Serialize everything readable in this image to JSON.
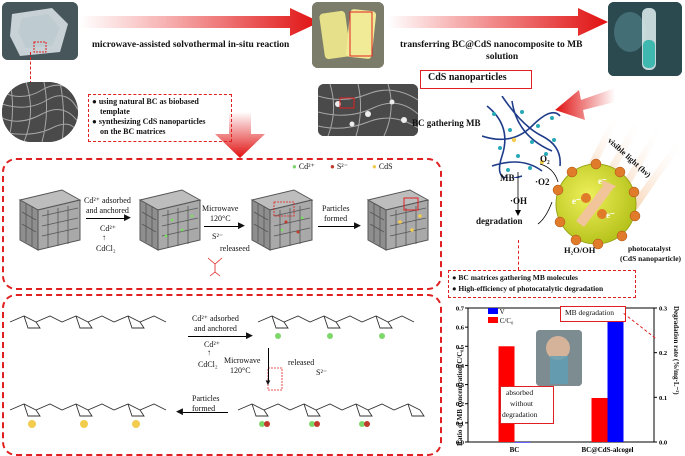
{
  "process": {
    "step1": "microwave-assisted  solvothermal  in-situ  reaction",
    "step2_line1": "transferring  BC@CdS nanocomposite  to  MB",
    "step2_line2": "solution",
    "cds_label": "CdS nanoparticles",
    "bc_gathering": "BC gathering  MB"
  },
  "bc_notes": [
    "using natural BC as biobased",
    "template",
    "synthesizing CdS nanoparticles",
    "on the BC matrices"
  ],
  "legend": {
    "cd": "Cd²⁺",
    "s": "S²⁻",
    "cds": "CdS"
  },
  "cube_steps": {
    "adsorb_line1": "Cd²⁺ adsorbed",
    "adsorb_line2": "and anchored",
    "cd_ion": "Cd²⁺",
    "cdcl2": "CdCl₂",
    "microwave": "Microwave",
    "temp": "120°C",
    "s_ion": "S²⁻",
    "released": "releaseed",
    "particles": "Particles",
    "formed": "formed"
  },
  "chain_steps": {
    "adsorb_line1": "Cd²⁺ adsorbed",
    "adsorb_line2": "and anchored",
    "cd_ion": "Cd²⁺",
    "cdcl2": "CdCl₂",
    "microwave": "Microwave",
    "temp": "120°C",
    "released": "released",
    "s_ion": "S²⁻",
    "particles": "Particles",
    "formed": "formed"
  },
  "photocatalysis": {
    "visible_light": "visible light",
    "hv": "(hν)",
    "o2": "O₂",
    "o2_radical": "·O2",
    "mb": "MB",
    "oh": "·OH",
    "degradation": "degradation",
    "h2o": "H₂O/OH",
    "electron": "e⁻",
    "hole": "h⁺",
    "catalyst_line1": "photocatalyst",
    "catalyst_line2": "(CdS nanoparticle)"
  },
  "notes2": [
    "BC matrices gathering MB molecules",
    "High-efficiency of photocatalytic degradation"
  ],
  "chart_data": {
    "type": "bar",
    "categories": [
      "BC",
      "BC@CdS-alcogel"
    ],
    "series": [
      {
        "name": "C/C₀",
        "values": [
          0.5,
          0.23
        ],
        "axis": "left",
        "color": "#ff0000"
      },
      {
        "name": "V",
        "values": [
          0.0,
          0.3
        ],
        "axis": "right",
        "color": "#0000ff"
      }
    ],
    "ylabel": "Ratio of MB concentration(C/C₀)",
    "y2label": "Degradation rate (%/mg·L⁻¹)",
    "ylim": [
      0.0,
      0.7
    ],
    "y2lim": [
      0.0,
      0.3
    ],
    "yticks": [
      "0.0",
      "0.1",
      "0.2",
      "0.3",
      "0.4",
      "0.5",
      "0.6",
      "0.7"
    ],
    "y2ticks": [
      "0.0",
      "0.1",
      "0.2",
      "0.3"
    ],
    "annotations": {
      "mb_degradation": "MB degradation",
      "absorbed_line1": "absorbed",
      "absorbed_line2": "without",
      "absorbed_line3": "degradation"
    },
    "legend": {
      "v": "V",
      "c": "C/C₀"
    }
  },
  "colors": {
    "accent_red": "#e02020",
    "bar_red": "#ff0000",
    "bar_blue": "#0000ff",
    "cd_green": "#7fd66b",
    "s_red": "#c0392b",
    "cds_yellow": "#f2cc4d",
    "catalyst_yellow": "#d6e03a"
  }
}
